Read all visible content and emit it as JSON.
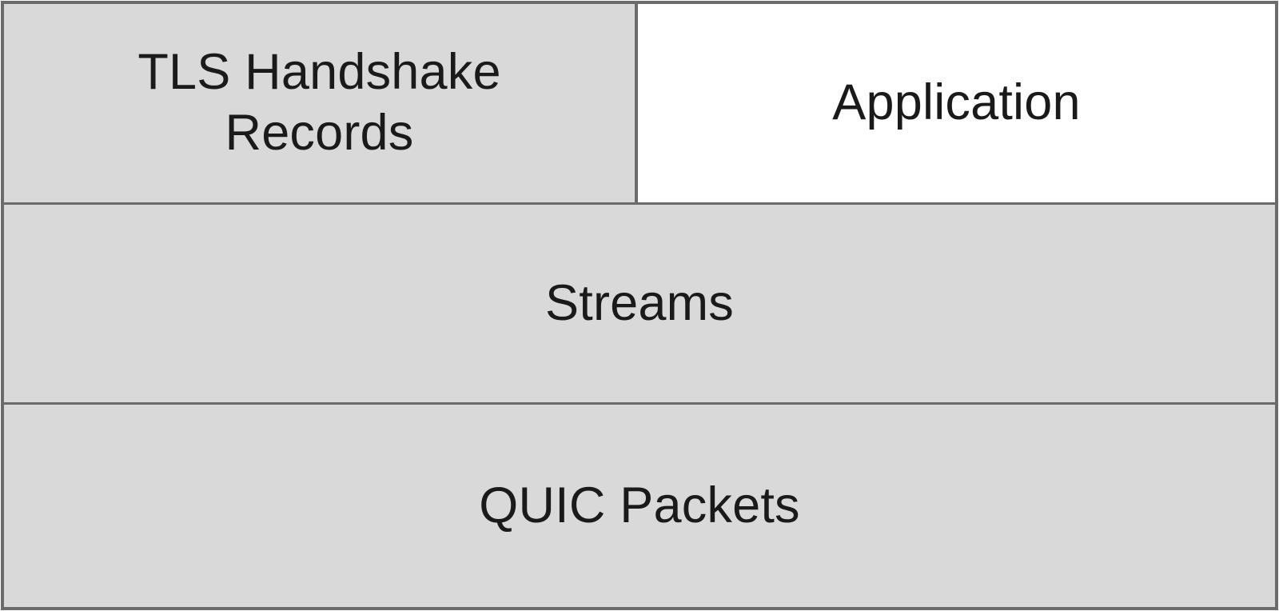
{
  "diagram": {
    "type": "layer-stack",
    "colors": {
      "fill_gray": "#d9d9d9",
      "fill_white": "#ffffff",
      "border": "#6b6b6b",
      "text": "#1a1a1a"
    },
    "layers": {
      "tls_handshake_records": {
        "label": "TLS Handshake Records"
      },
      "application": {
        "label": "Application"
      },
      "streams": {
        "label": "Streams"
      },
      "quic_packets": {
        "label": "QUIC Packets"
      }
    }
  }
}
